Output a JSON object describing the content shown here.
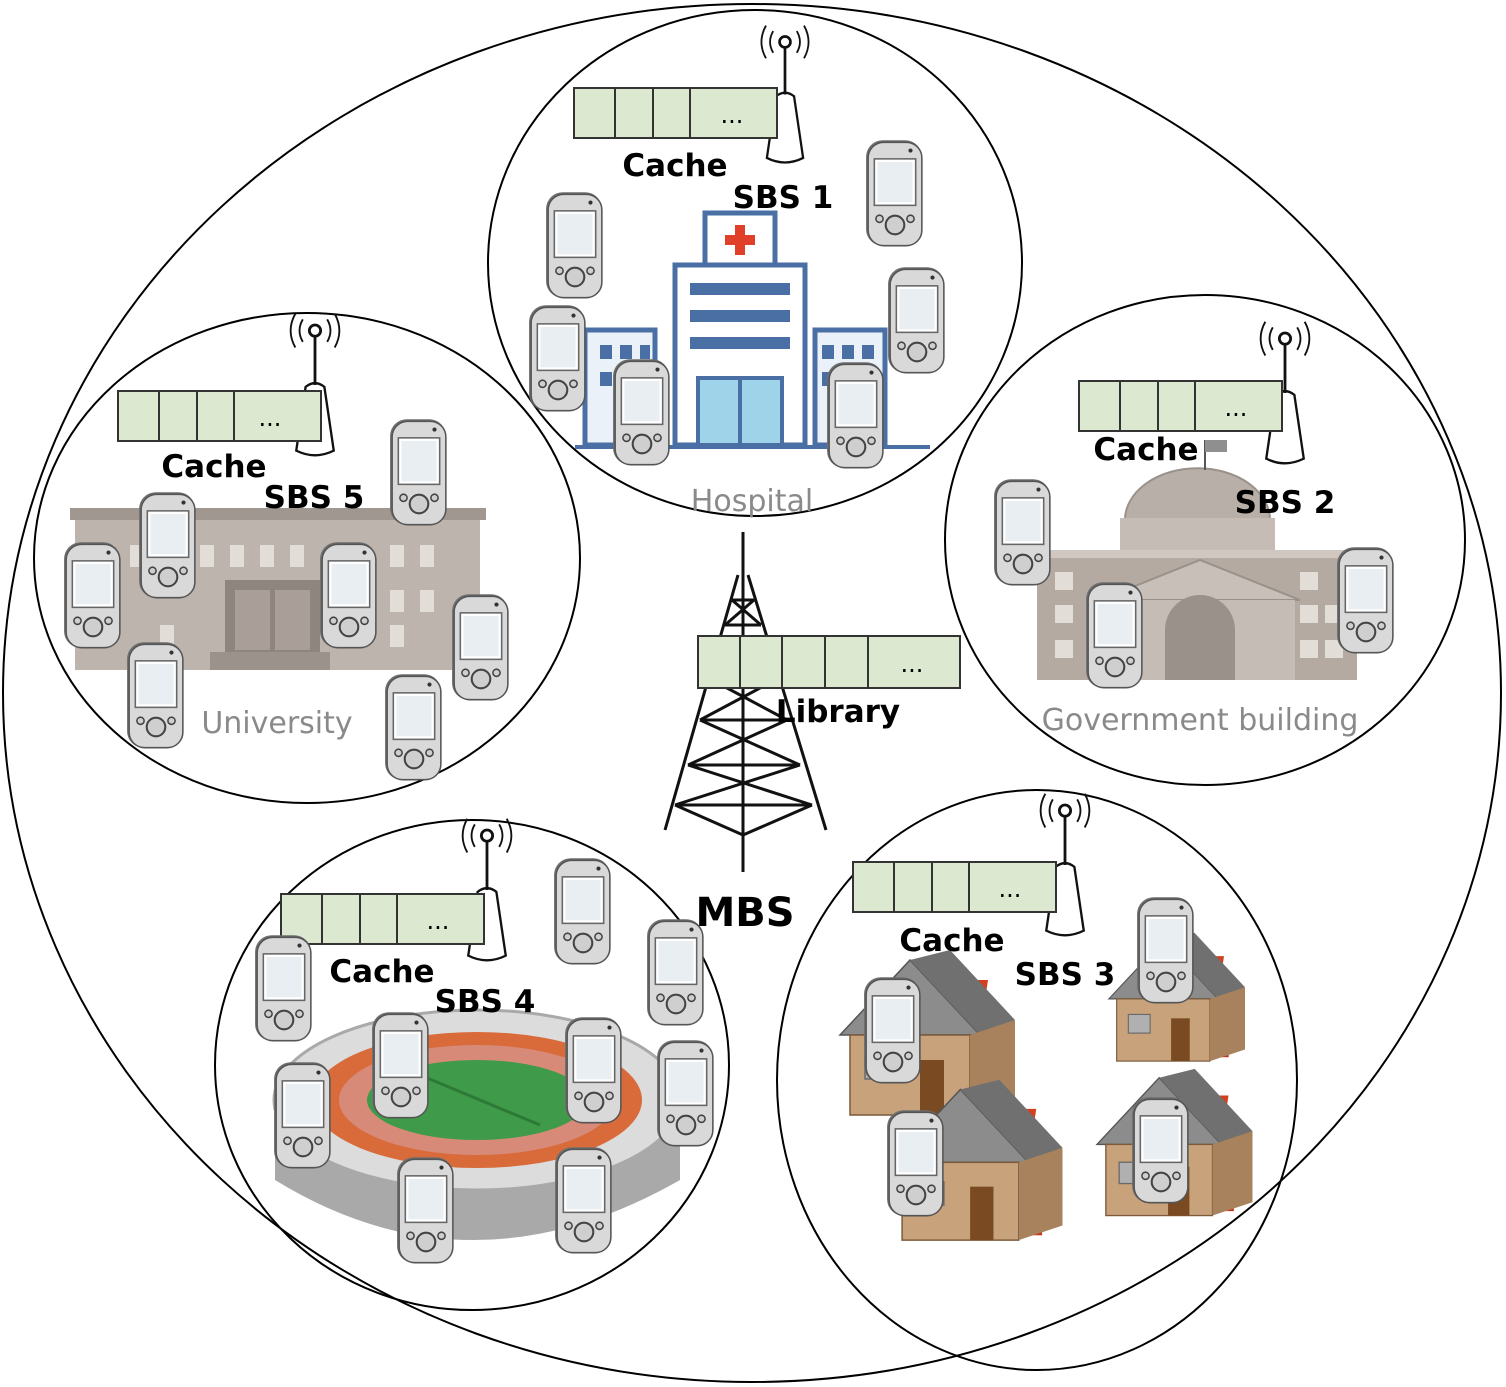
{
  "mbs": {
    "label": "MBS",
    "library_label": "Library",
    "library_more": "..."
  },
  "cells": [
    {
      "id": "sbs1",
      "sbs_label": "SBS 1",
      "cache_label": "Cache",
      "cache_more": "...",
      "place": "Hospital"
    },
    {
      "id": "sbs2",
      "sbs_label": "SBS 2",
      "cache_label": "Cache",
      "cache_more": "...",
      "place": "Government building"
    },
    {
      "id": "sbs3",
      "sbs_label": "SBS 3",
      "cache_label": "Cache",
      "cache_more": "...",
      "place": ""
    },
    {
      "id": "sbs4",
      "sbs_label": "SBS 4",
      "cache_label": "Cache",
      "cache_more": "...",
      "place": ""
    },
    {
      "id": "sbs5",
      "sbs_label": "SBS 5",
      "cache_label": "Cache",
      "cache_more": "...",
      "place": "University"
    }
  ],
  "colors": {
    "cache_fill": "#dce8cf",
    "hospital_blue": "#4a6fa5",
    "hospital_cross": "#e0402a",
    "building_grey": "#b4aaa2",
    "house_wall": "#c8a27a",
    "house_roof": "#8c8c8c",
    "chimney": "#d2401f",
    "stadium_track": "#d96a3a",
    "stadium_field": "#3f9a4a"
  }
}
